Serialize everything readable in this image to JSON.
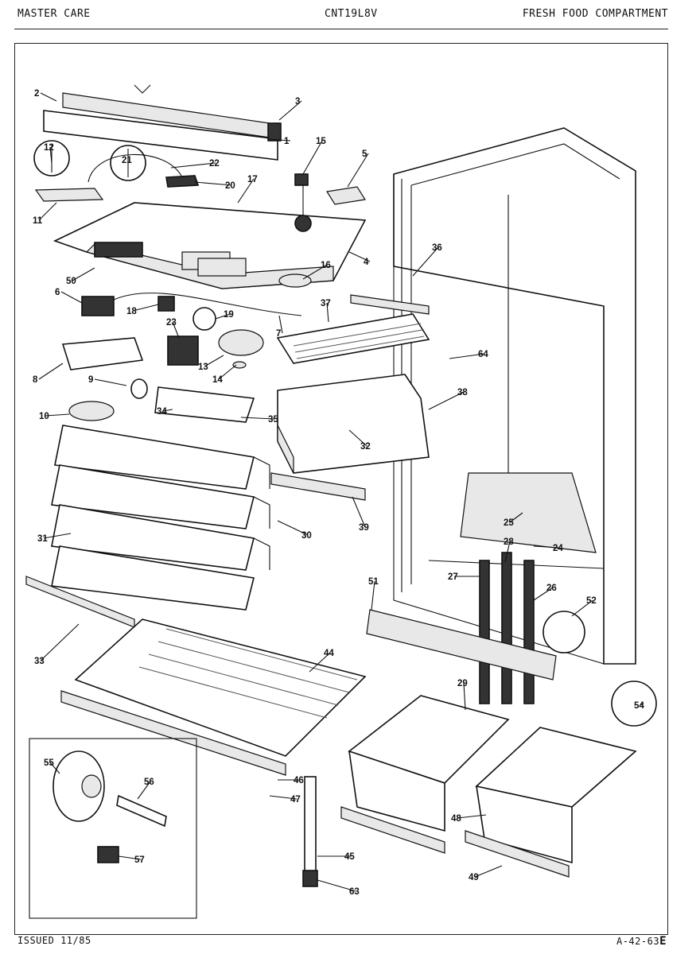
{
  "header": {
    "left": "MASTER CARE",
    "center": "CNT19L8V",
    "right": "FRESH FOOD COMPARTMENT"
  },
  "footer": {
    "left": "ISSUED 11/85",
    "right": "A-42-63",
    "suffix": "E"
  },
  "callouts": [
    "1",
    "2",
    "3",
    "4",
    "5",
    "6",
    "7",
    "8",
    "9",
    "10",
    "11",
    "12",
    "13",
    "14",
    "15",
    "16",
    "17",
    "18",
    "19",
    "20",
    "21",
    "22",
    "23",
    "24",
    "25",
    "26",
    "27",
    "28",
    "29",
    "30",
    "31",
    "32",
    "33",
    "34",
    "35",
    "36",
    "37",
    "38",
    "39",
    "44",
    "45",
    "46",
    "47",
    "48",
    "49",
    "50",
    "51",
    "52",
    "54",
    "55",
    "56",
    "57",
    "63",
    "64"
  ]
}
